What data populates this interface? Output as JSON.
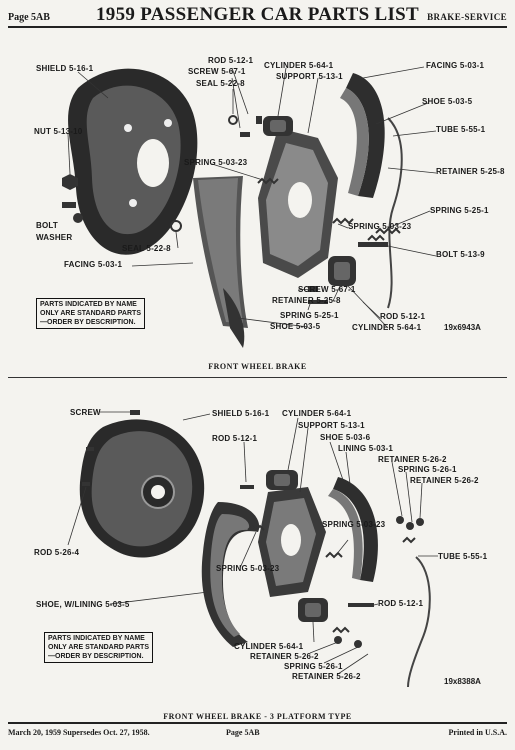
{
  "header": {
    "page": "Page 5AB",
    "title": "1959 PASSENGER CAR PARTS LIST",
    "section": "BRAKE-SERVICE"
  },
  "front_wheel_brake": {
    "caption": "FRONT WHEEL BRAKE",
    "figure_code": "19x6943A",
    "notice": [
      "PARTS INDICATED BY NAME",
      "ONLY ARE STANDARD PARTS",
      "—ORDER BY DESCRIPTION."
    ],
    "labels": {
      "shield": "SHIELD 5-16-1",
      "rod_top": "ROD 5-12-1",
      "screw_top": "SCREW 5-67-1",
      "seal_top": "SEAL 5-22-8",
      "cylinder_top": "CYLINDER 5-64-1",
      "support": "SUPPORT 5-13-1",
      "facing_top": "FACING 5-03-1",
      "shoe_top": "SHOE 5-03-5",
      "nut": "NUT 5-13-10",
      "tube": "TUBE 5-55-1",
      "spring_mid": "SPRING 5-03-23",
      "retainer_right": "RETAINER 5-25-8",
      "bolt_left": "BOLT",
      "washer": "WASHER",
      "spring_right": "SPRING 5-25-1",
      "spring_low": "SPRING 5-03-23",
      "seal_low": "SEAL 5-22-8",
      "bolt_right": "BOLT 5-13-9",
      "facing_low": "FACING 5-03-1",
      "screw_low": "SCREW 5-67-1",
      "retainer_low": "RETAINER 5-25-8",
      "spring_bottom": "SPRING 5-25-1",
      "rod_low": "ROD 5-12-1",
      "shoe_low": "SHOE 5-03-5",
      "cylinder_low": "CYLINDER 5-64-1"
    }
  },
  "platform_brake": {
    "caption": "FRONT WHEEL BRAKE - 3 PLATFORM TYPE",
    "figure_code": "19x8388A",
    "notice": [
      "PARTS INDICATED BY NAME",
      "ONLY ARE STANDARD PARTS",
      "—ORDER BY DESCRIPTION."
    ],
    "labels": {
      "screw": "SCREW",
      "shield": "SHIELD 5-16-1",
      "cylinder_top": "CYLINDER 5-64-1",
      "support": "SUPPORT 5-13-1",
      "rod_top": "ROD 5-12-1",
      "shoe_top": "SHOE 5-03-6",
      "lining": "LINING 5-03-1",
      "retainer_a": "RETAINER 5-26-2",
      "spring_a": "SPRING 5-26-1",
      "retainer_b": "RETAINER 5-26-2",
      "spring_mid": "SPRING 5-03-23",
      "rod_left": "ROD 5-26-4",
      "tube": "TUBE 5-55-1",
      "spring_left": "SPRING 5-03-23",
      "shoe_lining": "SHOE, W/LINING 5-03-5",
      "rod_right": "ROD 5-12-1",
      "cylinder_low": "CYLINDER 5-64-1",
      "retainer_low_a": "RETAINER 5-26-2",
      "spring_low": "SPRING 5-26-1",
      "retainer_low_b": "RETAINER 5-26-2"
    }
  },
  "footer": {
    "date": "March 20, 1959 Supersedes Oct. 27, 1958.",
    "page": "Page 5AB",
    "printed": "Printed in U.S.A."
  }
}
